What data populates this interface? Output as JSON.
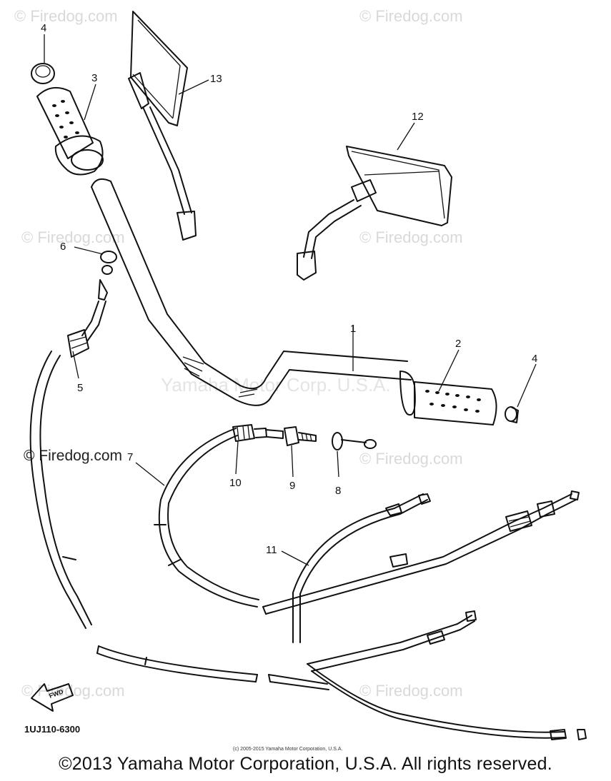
{
  "watermarks": [
    "© Firedog.com",
    "© Firedog.com",
    "© Firedog.com",
    "© Firedog.com",
    "© Firedog.com",
    "© Firedog.com",
    "© Firedog.com",
    "© Firedog.com"
  ],
  "center_watermark": "Yamaha Motor Corp. U.S.A.",
  "callouts": [
    "1",
    "2",
    "3",
    "4",
    "4",
    "5",
    "6",
    "7",
    "8",
    "9",
    "10",
    "11",
    "12",
    "13"
  ],
  "fwd_label": "FWD",
  "diagram_code": "1UJ110-6300",
  "small_copyright": "(c) 2005-2015 Yamaha Motor Corporation, U.S.A.",
  "footer": "©2013 Yamaha Motor Corporation, U.S.A. All rights reserved."
}
